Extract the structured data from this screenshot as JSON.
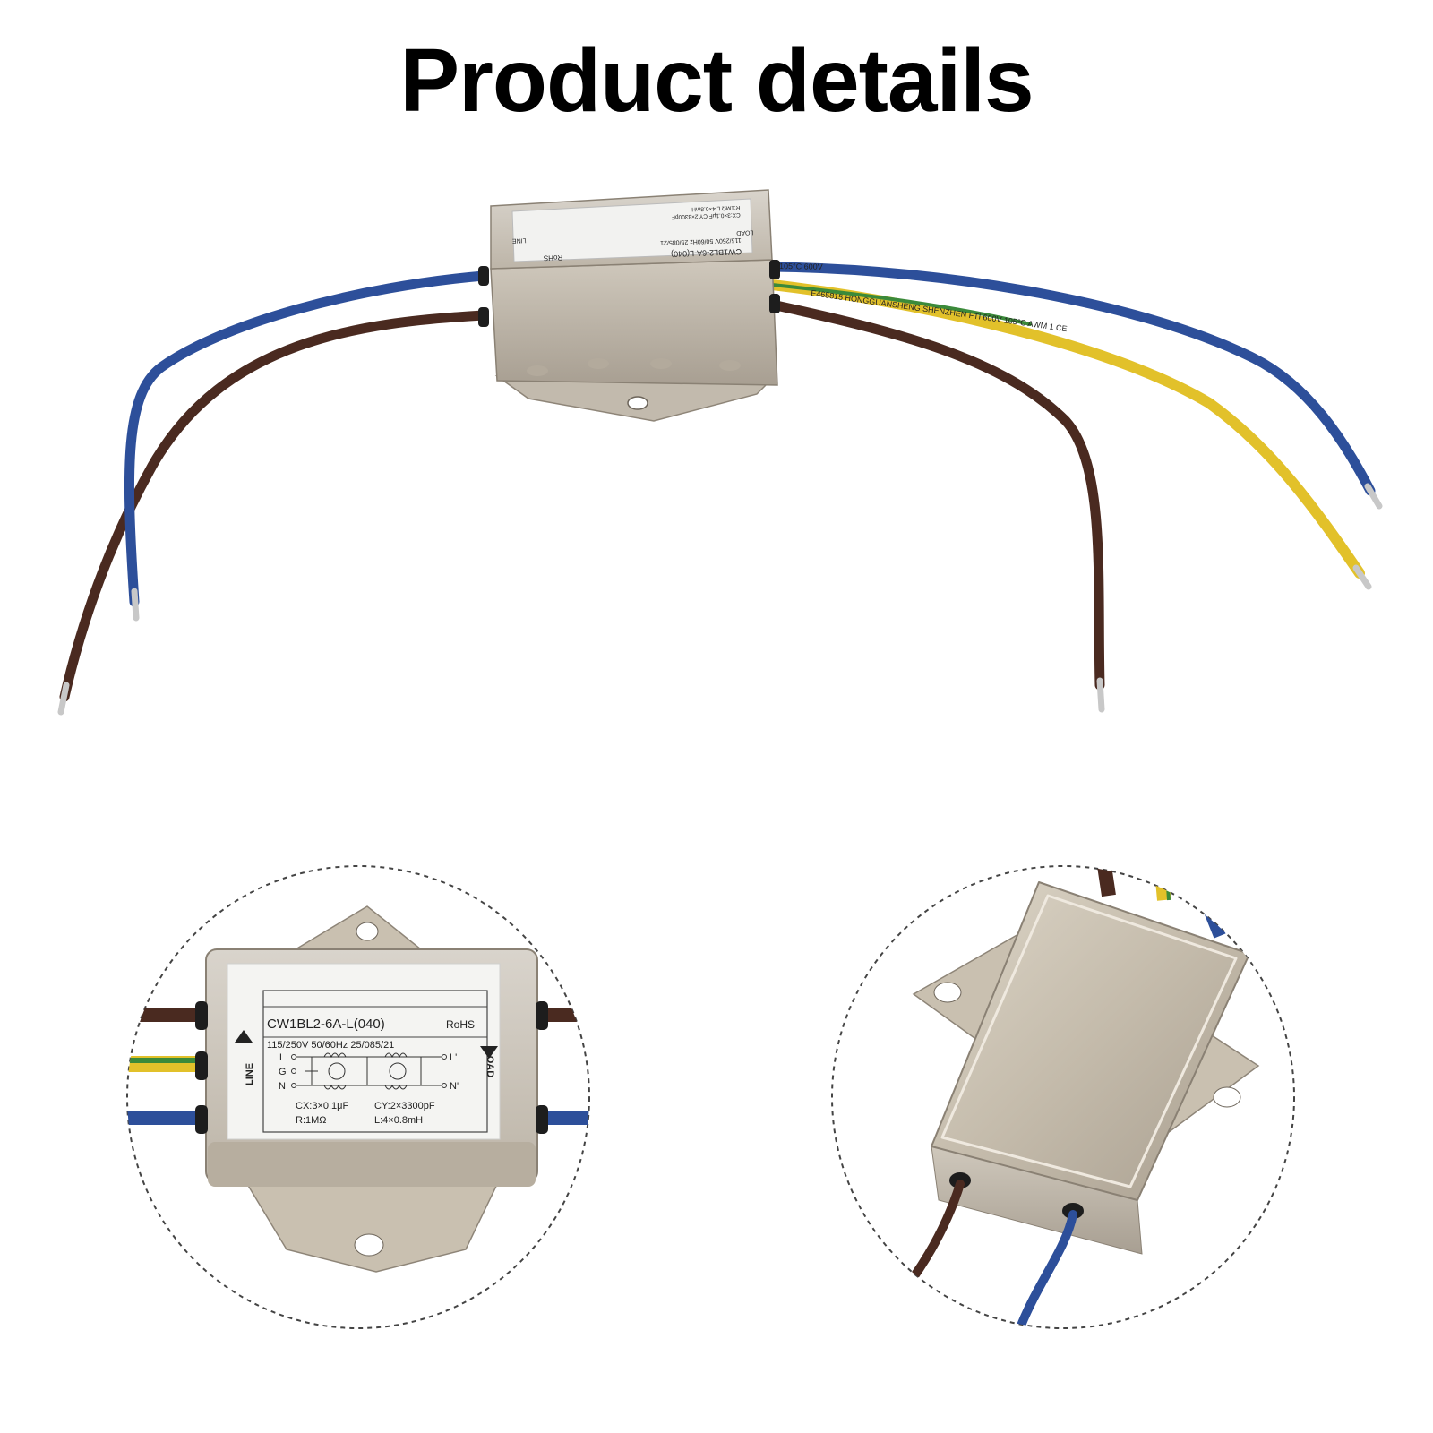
{
  "page": {
    "title": "Product details"
  },
  "colors": {
    "brown_wire": "#4a2a20",
    "blue_wire": "#2d4f9a",
    "yellow_wire": "#e2c12a",
    "green_stripe": "#3b8a3a",
    "metal": "#c9c2b6",
    "label": "#f2f2f0"
  },
  "main_view": {
    "label_lines": [
      "CW1BL2-6A-L(040)",
      "RoHS",
      "115/250V  50/60Hz  25/085/21",
      "CX:3×0.1μF  CY:2×3300pF",
      "R:1MΩ  L:4×0.8mH"
    ],
    "line_tag": "LINE",
    "load_tag": "LOAD",
    "wire_print": "E465815  HONGGUANSHENG  SHENZHEN  FTI  600V  105°C  AWM  1  CE",
    "blue_wire_print": "105°C  600V"
  },
  "detail_front": {
    "model": "CW1BL2-6A-L(040)",
    "rohs": "RoHS",
    "ratings": "115/250V   50/60Hz   25/085/21",
    "line_tag": "LINE",
    "load_tag": "LOAD",
    "terminal_l": "L",
    "terminal_g": "G",
    "terminal_n": "N",
    "terminal_l_out": "L'",
    "terminal_n_out": "N'",
    "cx": "CX:3×0.1μF",
    "cy": "CY:2×3300pF",
    "r": "R:1MΩ",
    "l": "L:4×0.8mH"
  }
}
